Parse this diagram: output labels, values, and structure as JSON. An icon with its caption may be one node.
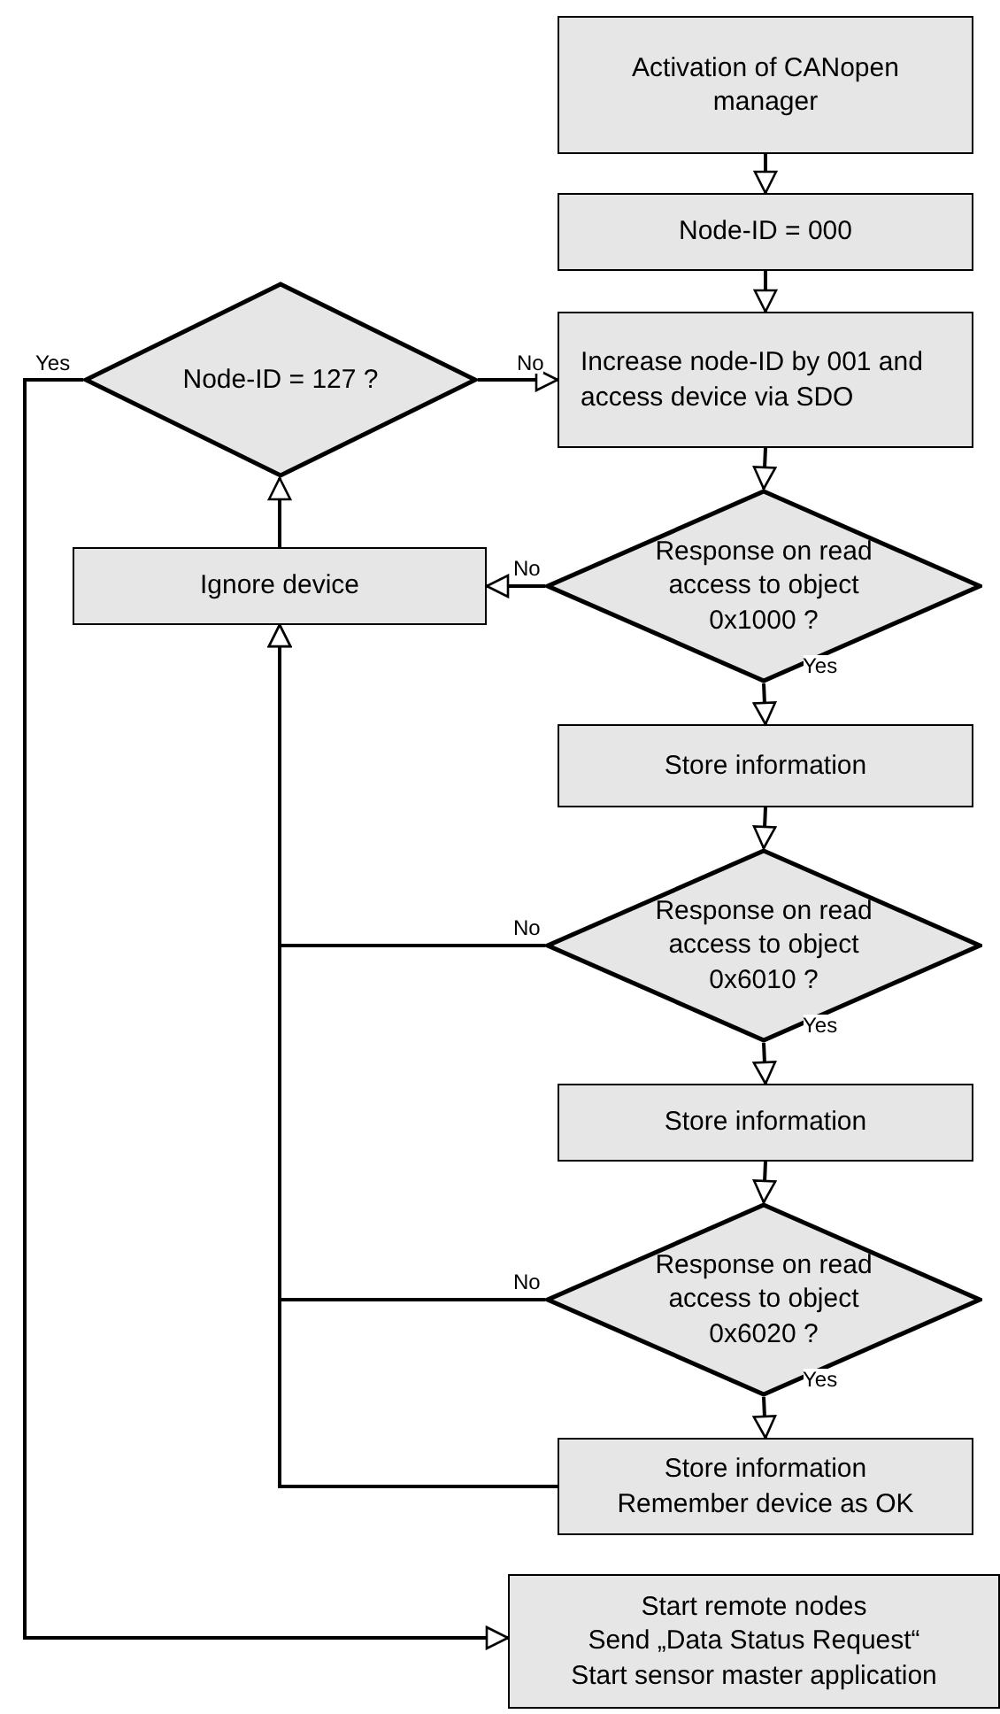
{
  "diagram": {
    "nodes": [
      {
        "text": [
          "Activation of CANopen manager"
        ]
      },
      {
        "text": [
          "Node-ID = 000"
        ]
      },
      {
        "text": [
          "Increase node-ID by 001 and access device via SDO"
        ]
      },
      {
        "text": [
          "Node-ID = 127 ?"
        ]
      },
      {
        "text": [
          "Ignore device"
        ]
      },
      {
        "text": [
          "Response on read access to object 0x1000 ?"
        ]
      },
      {
        "text": [
          "Store information"
        ]
      },
      {
        "text": [
          "Response on read access to object 0x6010 ?"
        ]
      },
      {
        "text": [
          "Store information"
        ]
      },
      {
        "text": [
          "Response on read access to object 0x6020 ?"
        ]
      },
      {
        "text": [
          "Store information",
          "Remember device as OK"
        ]
      },
      {
        "text": [
          "Start remote nodes",
          "Send „Data Status Request“",
          "Start sensor master application"
        ]
      }
    ],
    "edges": [
      {
        "from": 0,
        "to": 1,
        "arrow": "to"
      },
      {
        "from": 1,
        "to": 2,
        "arrow": "to"
      },
      {
        "from": 2,
        "to": 5,
        "arrow": "to"
      },
      {
        "from": 5,
        "to": 4,
        "arrow": "to",
        "label": "No"
      },
      {
        "from": 4,
        "to": 3,
        "arrow": "to"
      },
      {
        "from": 3,
        "to": 2,
        "arrow": "to",
        "label": "No"
      },
      {
        "from": 3,
        "to": 11,
        "arrow": "to",
        "label": "Yes"
      },
      {
        "from": 5,
        "to": 6,
        "arrow": "to",
        "label": "Yes"
      },
      {
        "from": 6,
        "to": 7,
        "arrow": "to"
      },
      {
        "from": 7,
        "to": 4,
        "arrow": "to",
        "label": "No"
      },
      {
        "from": 7,
        "to": 8,
        "arrow": "to",
        "label": "Yes"
      },
      {
        "from": 8,
        "to": 9,
        "arrow": "to"
      },
      {
        "from": 9,
        "to": 4,
        "arrow": "to",
        "label": "No"
      },
      {
        "from": 9,
        "to": 10,
        "arrow": "to",
        "label": "Yes"
      },
      {
        "from": 10,
        "to": 4,
        "arrow": "to"
      }
    ]
  }
}
